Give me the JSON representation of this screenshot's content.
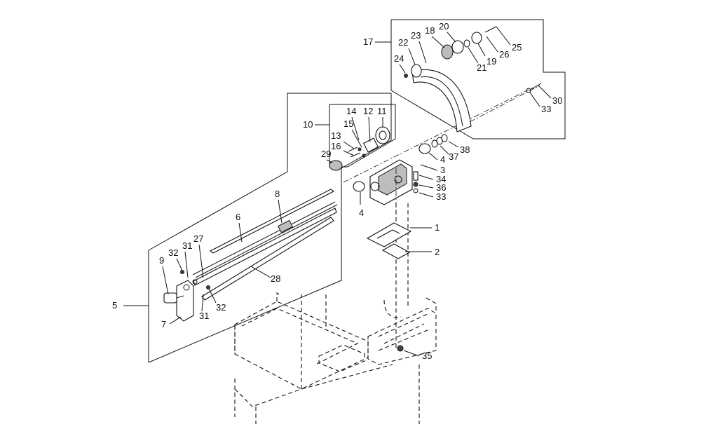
{
  "diagram": {
    "callouts": [
      {
        "id": "c1",
        "label": "1"
      },
      {
        "id": "c2",
        "label": "2"
      },
      {
        "id": "c3",
        "label": "3"
      },
      {
        "id": "c4a",
        "label": "4"
      },
      {
        "id": "c4b",
        "label": "4"
      },
      {
        "id": "c5",
        "label": "5"
      },
      {
        "id": "c6",
        "label": "6"
      },
      {
        "id": "c7",
        "label": "7"
      },
      {
        "id": "c8",
        "label": "8"
      },
      {
        "id": "c9",
        "label": "9"
      },
      {
        "id": "c10",
        "label": "10"
      },
      {
        "id": "c11",
        "label": "11"
      },
      {
        "id": "c12",
        "label": "12"
      },
      {
        "id": "c13",
        "label": "13"
      },
      {
        "id": "c14",
        "label": "14"
      },
      {
        "id": "c15",
        "label": "15"
      },
      {
        "id": "c16",
        "label": "16"
      },
      {
        "id": "c17",
        "label": "17"
      },
      {
        "id": "c18",
        "label": "18"
      },
      {
        "id": "c19",
        "label": "19"
      },
      {
        "id": "c20",
        "label": "20"
      },
      {
        "id": "c21",
        "label": "21"
      },
      {
        "id": "c22",
        "label": "22"
      },
      {
        "id": "c23",
        "label": "23"
      },
      {
        "id": "c24",
        "label": "24"
      },
      {
        "id": "c25",
        "label": "25"
      },
      {
        "id": "c26",
        "label": "26"
      },
      {
        "id": "c27",
        "label": "27"
      },
      {
        "id": "c28",
        "label": "28"
      },
      {
        "id": "c29",
        "label": "29"
      },
      {
        "id": "c30",
        "label": "30"
      },
      {
        "id": "c31a",
        "label": "31"
      },
      {
        "id": "c31b",
        "label": "31"
      },
      {
        "id": "c32a",
        "label": "32"
      },
      {
        "id": "c32b",
        "label": "32"
      },
      {
        "id": "c33a",
        "label": "33"
      },
      {
        "id": "c33b",
        "label": "33"
      },
      {
        "id": "c34",
        "label": "34"
      },
      {
        "id": "c35",
        "label": "35"
      },
      {
        "id": "c36",
        "label": "36"
      },
      {
        "id": "c37",
        "label": "37"
      },
      {
        "id": "c38",
        "label": "38"
      }
    ]
  }
}
